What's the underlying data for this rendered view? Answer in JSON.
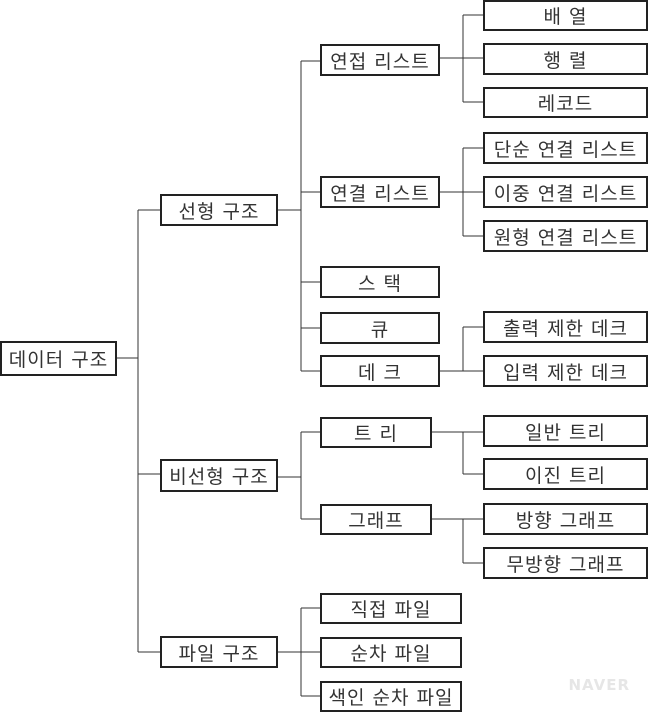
{
  "root": "데이터 구조",
  "level1": [
    "선형 구조",
    "비선형 구조",
    "파일 구조"
  ],
  "linear": [
    "연접 리스트",
    "연결 리스트",
    "스 택",
    "큐",
    "데 크"
  ],
  "nonlinear": [
    "트 리",
    "그래프"
  ],
  "file": [
    "직접 파일",
    "순차 파일",
    "색인 순차 파일"
  ],
  "contiguous_list": [
    "배 열",
    "행 렬",
    "레코드"
  ],
  "linked_list": [
    "단순 연결 리스트",
    "이중 연결 리스트",
    "원형 연결 리스트"
  ],
  "deque": [
    "출력 제한 데크",
    "입력 제한 데크"
  ],
  "tree": [
    "일반 트리",
    "이진 트리"
  ],
  "graph": [
    "방향 그래프",
    "무방향 그래프"
  ],
  "watermark": "NAVER"
}
